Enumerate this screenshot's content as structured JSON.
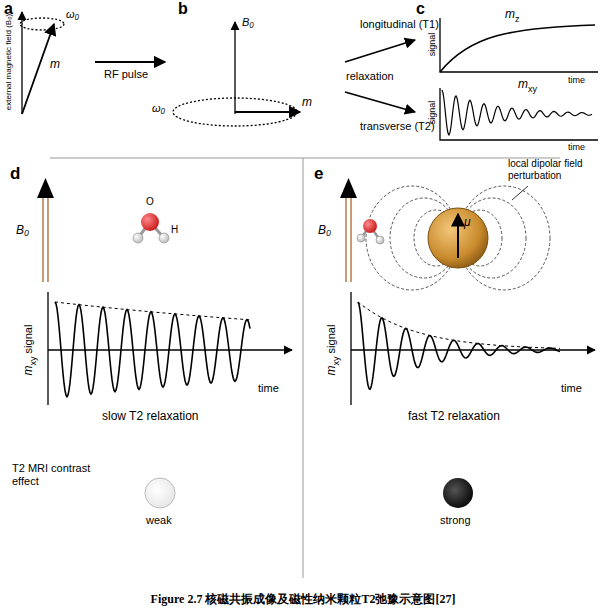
{
  "diagram": {
    "caption": "Figure 2.7 核磁共振成像及磁性纳米颗粒T2弛豫示意图[27]",
    "labels": [
      "a",
      "external magnetic field (B₀)",
      "ω₀",
      "m",
      "RF pulse",
      "b",
      "B₀",
      "ω₀",
      "m",
      "longitudinal (T1)",
      "relaxation",
      "transverse (T2)",
      "c",
      "m",
      "z",
      "signal",
      "time",
      "m",
      "xy",
      "signal",
      "time",
      "d",
      "B₀",
      "O",
      "H",
      "m",
      "xy",
      "signal",
      "time",
      "slow T2 relaxation",
      "T2 MRI contrast effect",
      "weak",
      "e",
      "B₀",
      "local dipolar field perturbation",
      "μ",
      "m",
      "xy",
      "signal",
      "time",
      "fast T2 relaxation",
      "strong"
    ]
  }
}
